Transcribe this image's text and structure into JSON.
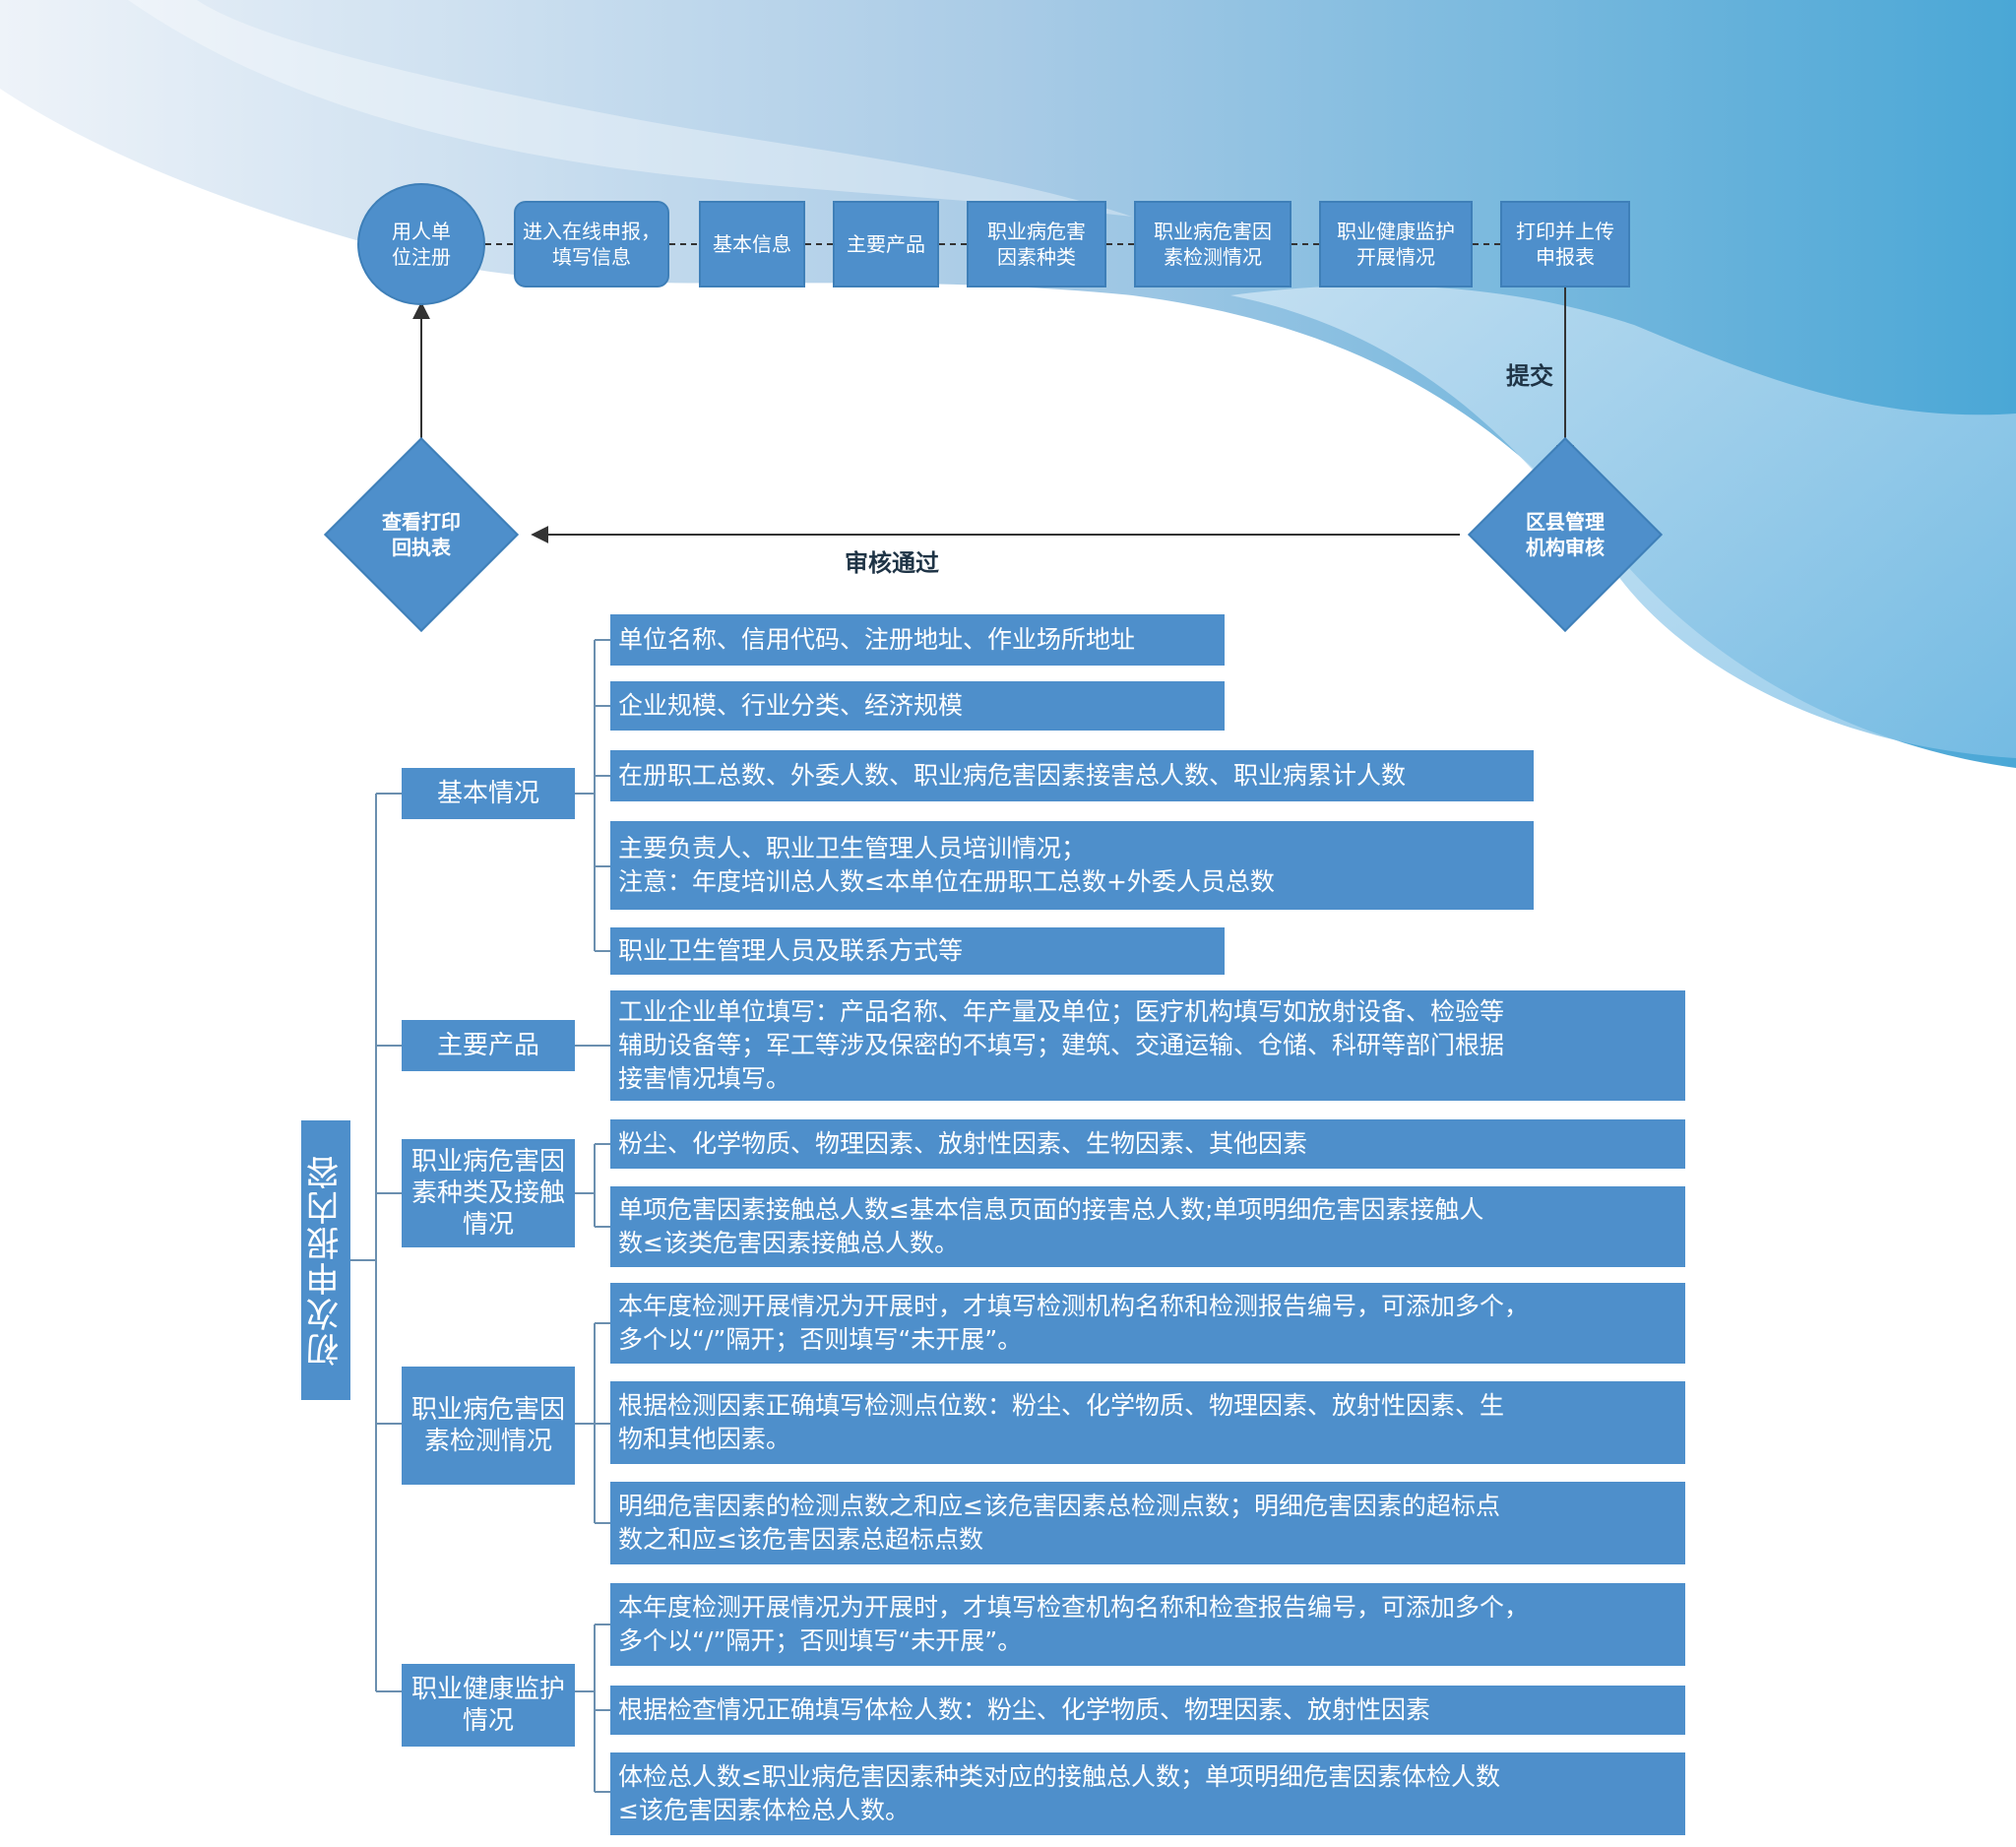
{
  "flow": {
    "steps": [
      "用人单\n位注册",
      "进入在线申报，\n填写信息",
      "基本信息",
      "主要产品",
      "职业病危害\n因素种类",
      "职业病危害因\n素检测情况",
      "职业健康监护\n开展情况",
      "打印并上传\n申报表"
    ],
    "review_node": "区县管理\n机构审核",
    "receipt_node": "查看打印\n回执表",
    "submit_label": "提交",
    "approve_label": "审核通过"
  },
  "tree": {
    "root": "初次申报内容",
    "categories": [
      {
        "label": "基本情况",
        "items": [
          "单位名称、信用代码、注册地址、作业场所地址",
          "企业规模、行业分类、经济规模",
          "在册职工总数、外委人数、职业病危害因素接害总人数、职业病累计人数",
          "主要负责人、职业卫生管理人员培训情况；\n注意：年度培训总人数≤本单位在册职工总数+外委人员总数",
          "职业卫生管理人员及联系方式等"
        ]
      },
      {
        "label": "主要产品",
        "items": [
          "工业企业单位填写：产品名称、年产量及单位；医疗机构填写如放射设备、检验等\n辅助设备等；军工等涉及保密的不填写；建筑、交通运输、仓储、科研等部门根据\n接害情况填写。"
        ]
      },
      {
        "label": "职业病危害因\n素种类及接触\n情况",
        "items": [
          "粉尘、化学物质、物理因素、放射性因素、生物因素、其他因素",
          "单项危害因素接触总人数≤基本信息页面的接害总人数;单项明细危害因素接触人\n数≤该类危害因素接触总人数。"
        ]
      },
      {
        "label": "职业病危害因\n素检测情况",
        "items": [
          "本年度检测开展情况为开展时，才填写检测机构名称和检测报告编号，可添加多个，\n多个以“/”隔开；否则填写“未开展”。",
          "根据检测因素正确填写检测点位数：粉尘、化学物质、物理因素、放射性因素、生\n物和其他因素。",
          "明细危害因素的检测点数之和应≤该危害因素总检测点数；明细危害因素的超标点\n数之和应≤该危害因素总超标点数"
        ]
      },
      {
        "label": "职业健康监护\n情况",
        "items": [
          "本年度检测开展情况为开展时，才填写检查机构名称和检查报告编号，可添加多个，\n多个以“/”隔开；否则填写“未开展”。",
          "根据检查情况正确填写体检人数：粉尘、化学物质、物理因素、放射性因素",
          "体检总人数≤职业病危害因素种类对应的接触总人数；单项明细危害因素体检人数\n≤该危害因素体检总人数。"
        ]
      }
    ]
  }
}
